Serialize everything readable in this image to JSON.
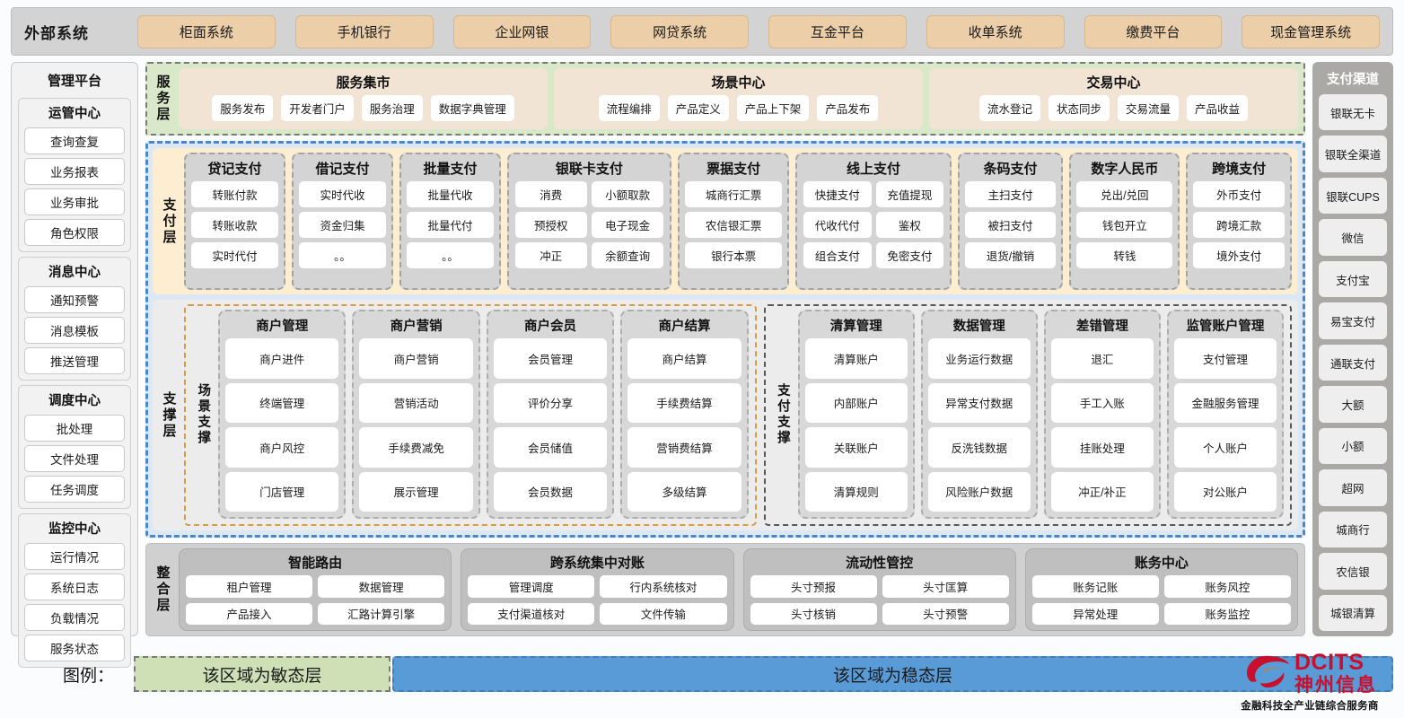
{
  "external": {
    "title": "外部系统",
    "items": [
      "柜面系统",
      "手机银行",
      "企业网银",
      "网贷系统",
      "互金平台",
      "收单系统",
      "缴费平台",
      "现金管理系统"
    ]
  },
  "management": {
    "title": "管理平台",
    "groups": [
      {
        "title": "运管中心",
        "items": [
          "查询查复",
          "业务报表",
          "业务审批",
          "角色权限"
        ]
      },
      {
        "title": "消息中心",
        "items": [
          "通知预警",
          "消息模板",
          "推送管理"
        ]
      },
      {
        "title": "调度中心",
        "items": [
          "批处理",
          "文件处理",
          "任务调度"
        ]
      },
      {
        "title": "监控中心",
        "items": [
          "运行情况",
          "系统日志",
          "负载情况",
          "服务状态"
        ]
      }
    ]
  },
  "service_layer": {
    "label": "服务层",
    "boxes": [
      {
        "title": "服务集市",
        "items": [
          "服务发布",
          "开发者门户",
          "服务治理",
          "数据字典管理"
        ]
      },
      {
        "title": "场景中心",
        "items": [
          "流程编排",
          "产品定义",
          "产品上下架",
          "产品发布"
        ]
      },
      {
        "title": "交易中心",
        "items": [
          "流水登记",
          "状态同步",
          "交易流量",
          "产品收益"
        ]
      }
    ]
  },
  "payment_layer": {
    "label": "支付层",
    "groups": [
      {
        "title": "贷记支付",
        "cols": 1,
        "items": [
          "转账付款",
          "转账收款",
          "实时代付"
        ]
      },
      {
        "title": "借记支付",
        "cols": 1,
        "items": [
          "实时代收",
          "资金归集",
          "。。"
        ]
      },
      {
        "title": "批量支付",
        "cols": 1,
        "items": [
          "批量代收",
          "批量代付",
          "。。"
        ]
      },
      {
        "title": "银联卡支付",
        "cols": 2,
        "items": [
          "消费",
          "小额取款",
          "预授权",
          "电子现金",
          "冲正",
          "余额查询"
        ]
      },
      {
        "title": "票据支付",
        "cols": 1,
        "items": [
          "城商行汇票",
          "农信银汇票",
          "银行本票"
        ]
      },
      {
        "title": "线上支付",
        "cols": 2,
        "items": [
          "快捷支付",
          "充值提现",
          "代收代付",
          "鉴权",
          "组合支付",
          "免密支付"
        ]
      },
      {
        "title": "条码支付",
        "cols": 1,
        "items": [
          "主扫支付",
          "被扫支付",
          "退货/撤销"
        ]
      },
      {
        "title": "数字人民币",
        "cols": 1,
        "items": [
          "兑出/兑回",
          "钱包开立",
          "转钱"
        ]
      },
      {
        "title": "跨境支付",
        "cols": 1,
        "items": [
          "外币支付",
          "跨境汇款",
          "境外支付"
        ]
      }
    ]
  },
  "support_layer": {
    "label": "支撑层",
    "scene": {
      "label": "场景支撑",
      "cards": [
        {
          "title": "商户管理",
          "items": [
            "商户进件",
            "终端管理",
            "商户风控",
            "门店管理"
          ]
        },
        {
          "title": "商户营销",
          "items": [
            "商户营销",
            "营销活动",
            "手续费减免",
            "展示管理"
          ]
        },
        {
          "title": "商户会员",
          "items": [
            "会员管理",
            "评价分享",
            "会员储值",
            "会员数据"
          ]
        },
        {
          "title": "商户结算",
          "items": [
            "商户结算",
            "手续费结算",
            "营销费结算",
            "多级结算"
          ]
        }
      ]
    },
    "paysupport": {
      "label": "支付支撑",
      "cards": [
        {
          "title": "清算管理",
          "items": [
            "清算账户",
            "内部账户",
            "关联账户",
            "清算规则"
          ]
        },
        {
          "title": "数据管理",
          "items": [
            "业务运行数据",
            "异常支付数据",
            "反洗钱数据",
            "风险账户数据"
          ]
        },
        {
          "title": "差错管理",
          "items": [
            "退汇",
            "手工入账",
            "挂账处理",
            "冲正/补正"
          ]
        },
        {
          "title": "监管账户管理",
          "items": [
            "支付管理",
            "金融服务管理",
            "个人账户",
            "对公账户"
          ]
        }
      ]
    }
  },
  "integration_layer": {
    "label": "整合层",
    "boxes": [
      {
        "title": "智能路由",
        "items": [
          "租户管理",
          "数据管理",
          "产品接入",
          "汇路计算引擎"
        ]
      },
      {
        "title": "跨系统集中对账",
        "items": [
          "管理调度",
          "行内系统核对",
          "支付渠道核对",
          "文件传输"
        ]
      },
      {
        "title": "流动性管控",
        "items": [
          "头寸预报",
          "头寸匡算",
          "头寸核销",
          "头寸预警"
        ]
      },
      {
        "title": "账务中心",
        "items": [
          "账务记账",
          "账务风控",
          "异常处理",
          "账务监控"
        ]
      }
    ]
  },
  "payment_channel": {
    "title": "支付渠道",
    "items": [
      "银联无卡",
      "银联全渠道",
      "银联CUPS",
      "微信",
      "支付宝",
      "易宝支付",
      "通联支付",
      "大额",
      "小额",
      "超网",
      "城商行",
      "农信银",
      "城银清算"
    ]
  },
  "legend": {
    "label": "图例：",
    "agile": "该区域为敏态层",
    "stable": "该区域为稳态层"
  },
  "logo": {
    "brand_en": "DCITS",
    "brand_cn": "神州信息",
    "tagline": "金融科技全产业链综合服务商"
  },
  "colors": {
    "external_item": "#eccfa9",
    "agile_green": "#d8e8c8",
    "stable_blue": "#dce8f5",
    "stable_border": "#4a86c8",
    "payment_bg": "#fdeed2",
    "brand_red": "#c8102e"
  }
}
